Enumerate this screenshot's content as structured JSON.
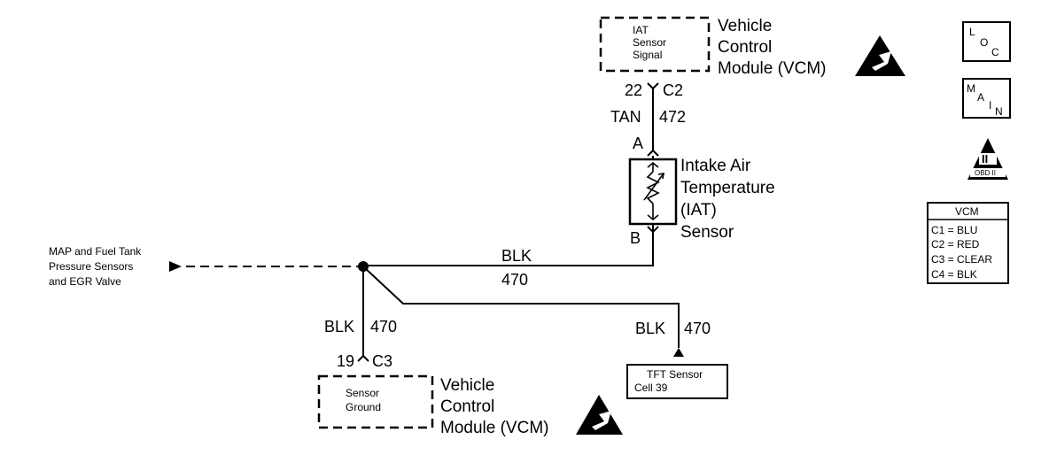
{
  "vcm_top": {
    "box_lines": [
      "IAT",
      "Sensor",
      "Signal"
    ],
    "title_lines": [
      "Vehicle",
      "Control",
      "Module (VCM)"
    ],
    "pin": "22",
    "connector": "C2"
  },
  "wire_top": {
    "color": "TAN",
    "circuit": "472"
  },
  "iat_sensor": {
    "pin_a": "A",
    "pin_b": "B",
    "label_lines": [
      "Intake Air",
      "Temperature",
      "(IAT)",
      "Sensor"
    ]
  },
  "ground_wire": {
    "color": "BLK",
    "circuit": "470"
  },
  "left_ref": {
    "lines": [
      "MAP and Fuel Tank",
      "Pressure Sensors",
      "and EGR Valve"
    ]
  },
  "wire_down": {
    "color": "BLK",
    "circuit": "470"
  },
  "vcm_bottom": {
    "pin": "19",
    "connector": "C3",
    "box_lines": [
      "Sensor",
      "Ground"
    ],
    "title_lines": [
      "Vehicle",
      "Control",
      "Module (VCM)"
    ]
  },
  "wire_tft": {
    "color": "BLK",
    "circuit": "470"
  },
  "tft_box": {
    "lines": [
      "TFT Sensor",
      "Cell 39"
    ]
  },
  "icons": {
    "loc": {
      "letters": [
        "L",
        "O",
        "C"
      ]
    },
    "main": {
      "letters": [
        "M",
        "A",
        "I",
        "N"
      ]
    },
    "obd": {
      "numeral": "II",
      "caption": "OBD II"
    }
  },
  "vcm_legend": {
    "title": "VCM",
    "rows": [
      "C1 = BLU",
      "C2 = RED",
      "C3 = CLEAR",
      "C4 = BLK"
    ]
  }
}
